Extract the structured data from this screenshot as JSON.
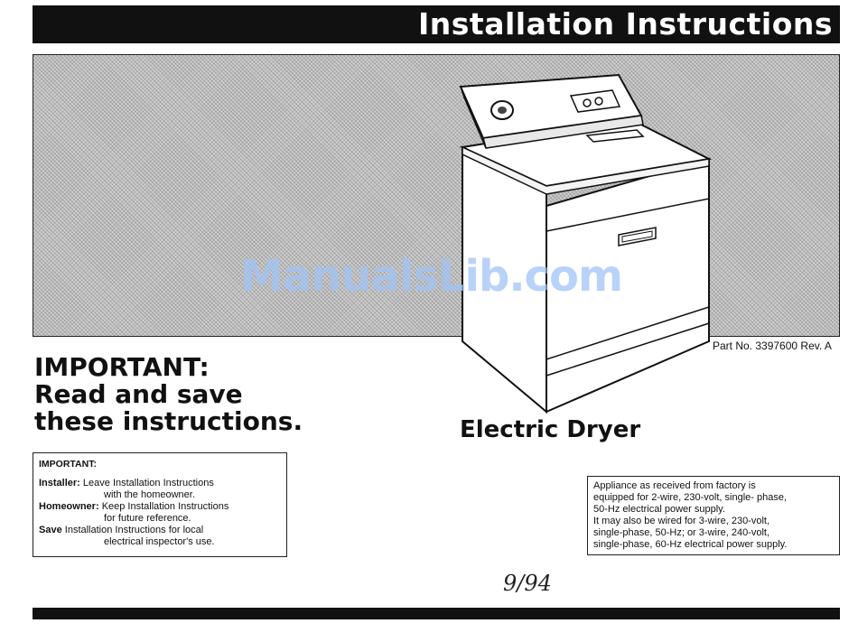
{
  "header": {
    "title": "Installation Instructions"
  },
  "watermark": "ManualsLib.com",
  "part_number": "Part No. 3397600 Rev. A",
  "important_heading": {
    "line1": "IMPORTANT:",
    "line2": "Read and save",
    "line3": "these instructions."
  },
  "product_title": "Electric Dryer",
  "important_box": {
    "heading": "IMPORTANT:",
    "installer_label": "Installer:",
    "installer_text1": "Leave Installation Instructions",
    "installer_text2": "with the homeowner.",
    "homeowner_label": "Homeowner:",
    "homeowner_text1": "Keep Installation Instructions",
    "homeowner_text2": "for future reference.",
    "save_label": "Save",
    "save_text1": "Installation Instructions for local",
    "save_text2": "electrical inspector's use."
  },
  "power_box": {
    "line1": "Appliance as received from factory is",
    "line2": "equipped for 2-wire, 230-volt, single- phase,",
    "line3": "50-Hz electrical power supply.",
    "line4": "It may also be wired for 3-wire, 230-volt,",
    "line5": "single-phase, 50-Hz; or 3-wire, 240-volt,",
    "line6": "single-phase, 60-Hz electrical power supply."
  },
  "handwritten_date": "9/94",
  "colors": {
    "bar": "#111111",
    "watermark": "#a0c3f5",
    "hero_bg": "#cfcfcf"
  }
}
